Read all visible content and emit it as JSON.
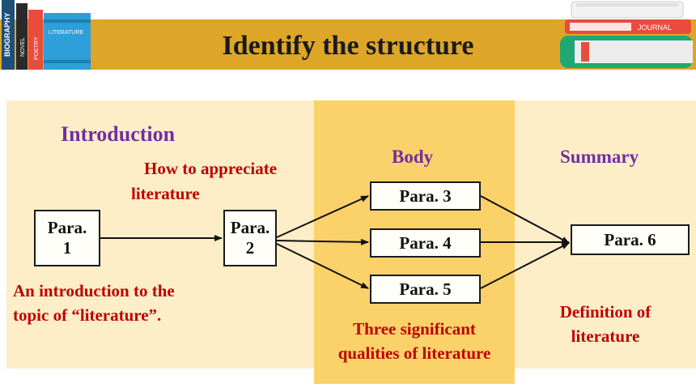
{
  "header": {
    "title": "Identify the structure",
    "left_books": [
      "BIOGRAPHY",
      "NOVEL",
      "POETRY",
      "LITERATURE"
    ],
    "right_journal": "JOURNAL"
  },
  "sections": {
    "introduction": "Introduction",
    "body": "Body",
    "summary": "Summary"
  },
  "notes": {
    "para2_note_line1": "How to appreciate",
    "para2_note_line2": "literature",
    "intro_note_line1": "An introduction to the",
    "intro_note_line2": "topic of “literature”.",
    "body_note_line1": "Three significant",
    "body_note_line2": "qualities of literature",
    "summary_note_line1": "Definition of",
    "summary_note_line2": "literature"
  },
  "boxes": {
    "para1_line1": "Para.",
    "para1_line2": "1",
    "para2_line1": "Para.",
    "para2_line2": "2",
    "para3": "Para. 3",
    "para4": "Para. 4",
    "para5": "Para. 5",
    "para6": "Para. 6"
  },
  "colors": {
    "banner": "#dda629",
    "panel": "#fdeec8",
    "body_panel": "#fbd26a",
    "heading_purple": "#7030a0",
    "note_red": "#c00000"
  }
}
